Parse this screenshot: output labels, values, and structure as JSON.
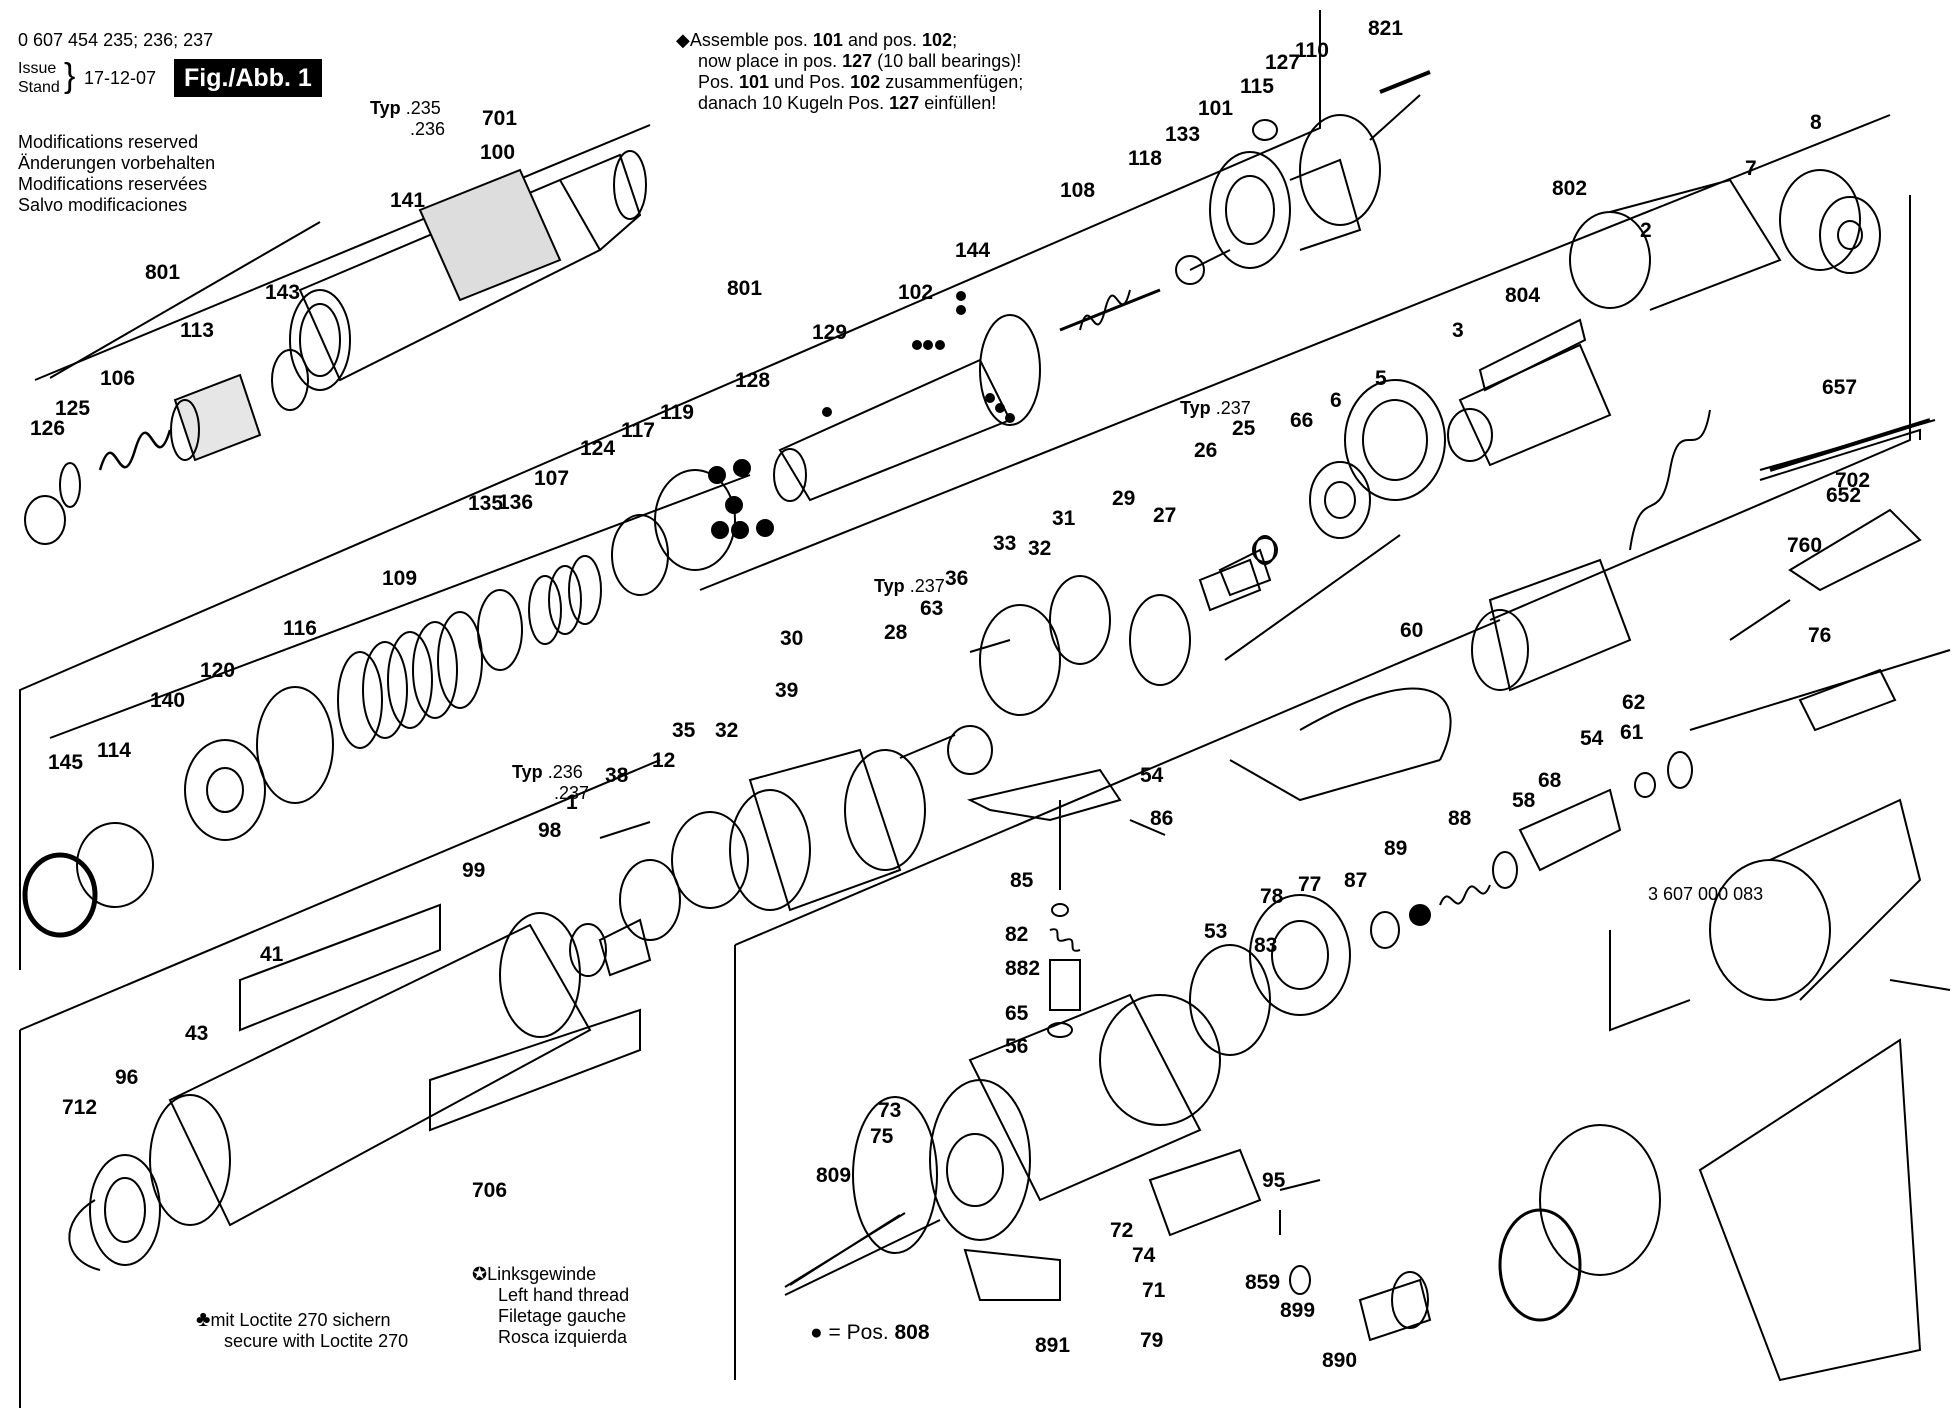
{
  "header": {
    "part_numbers": "0 607 454 235; 236; 237",
    "issue_label": "Issue",
    "stand_label": "Stand",
    "date": "17-12-07",
    "figure_label": "Fig./Abb. 1",
    "modifications": [
      "Modifications reserved",
      "Änderungen vorbehalten",
      "Modifications reservées",
      "Salvo modificaciones"
    ]
  },
  "assembly_note": [
    {
      "pre": "Assemble pos. ",
      "b1": "101",
      "mid": " and pos. ",
      "b2": "102",
      "post": ";"
    },
    {
      "pre": "now place in pos. ",
      "b1": "127",
      "mid": " (10 ball bearings)!",
      "b2": "",
      "post": ""
    },
    {
      "pre": "Pos. ",
      "b1": "101",
      "mid": " und Pos. ",
      "b2": "102",
      "post": " zusammenfügen;"
    },
    {
      "pre": "danach 10 Kugeln Pos. ",
      "b1": "127",
      "mid": " einfüllen!",
      "b2": "",
      "post": ""
    }
  ],
  "legend": {
    "loctite": [
      "mit Loctite 270 sichern",
      "secure with Loctite 270"
    ],
    "left_hand_thread": [
      "Linksgewinde",
      "Left hand thread",
      "Filetage gauche",
      "Rosca izquierda"
    ],
    "pos808_prefix": "= Pos.",
    "pos808_value": "808"
  },
  "type_labels": {
    "typ": "Typ",
    "a": [
      ".235",
      ".236"
    ],
    "b": [
      ".237"
    ],
    "c": [
      ".237"
    ],
    "d": [
      ".236",
      ".237"
    ]
  },
  "part_callouts": [
    "0 607 454 235",
    "701",
    "100",
    "141",
    "801",
    "113",
    "143",
    "106",
    "125",
    "126",
    "110",
    "821",
    "127",
    "115",
    "101",
    "133",
    "118",
    "108",
    "144",
    "102",
    "801",
    "129",
    "128",
    "119",
    "117",
    "124",
    "107",
    "136",
    "135",
    "109",
    "116",
    "120",
    "140",
    "114",
    "145",
    "8",
    "7",
    "802",
    "2",
    "804",
    "3",
    "5",
    "6",
    "66",
    "25",
    "26",
    "27",
    "29",
    "31",
    "32",
    "33",
    "36",
    "63",
    "28",
    "30",
    "39",
    "32",
    "35",
    "12",
    "38",
    "1",
    "98",
    "99",
    "41",
    "43",
    "96",
    "712",
    "706",
    "657",
    "702",
    "652",
    "760",
    "76",
    "60",
    "62",
    "61",
    "54",
    "68",
    "58",
    "88",
    "89",
    "87",
    "77",
    "78",
    "83",
    "53",
    "54",
    "86",
    "85",
    "82",
    "882",
    "65",
    "56",
    "73",
    "75",
    "809",
    "72",
    "74",
    "71",
    "79",
    "95",
    "859",
    "899",
    "890",
    "891",
    "3 607 000 083"
  ]
}
